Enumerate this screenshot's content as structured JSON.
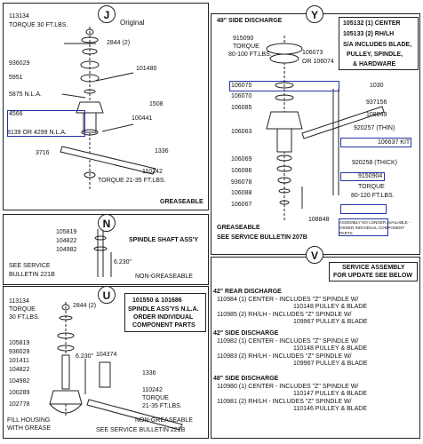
{
  "panels": {
    "j": {
      "badge": "J",
      "title": "Original",
      "labels": [
        "113134",
        "TORQUE 30 FT.LBS.",
        "2844 (2)",
        "936029",
        "101480",
        "5951",
        "5875 N.L.A.",
        "1508",
        "100441",
        "4566",
        "8139 OR 4299 N.L.A.",
        "1336",
        "3716",
        "110242",
        "TORQUE 21-35 FT.LBS."
      ],
      "note": "GREASEABLE"
    },
    "y": {
      "badge": "Y",
      "header": "48\" SIDE DISCHARGE",
      "info": [
        "105132 (1) CENTER",
        "105133 (2) RH/LH",
        "S/A INCLUDES BLADE,",
        "PULLEY, SPINDLE,",
        "& HARDWARE"
      ],
      "labels": [
        "915090",
        "TORQUE",
        "80-100 FT.LBS.",
        "106073",
        "OR 106074",
        "106075",
        "1030",
        "106070",
        "937156",
        "106085",
        "108849",
        "106063",
        "920257 (THIN)",
        "106637 KIT",
        "106069",
        "106086",
        "920258 (THICK)",
        "936078",
        "9150904",
        "106088",
        "TORQUE",
        "106067",
        "80-120 FT.LBS.",
        "108848"
      ],
      "avail_note": [
        "ASSEMBLY NO LONGER AVAILABLE -",
        "ORDER INDIVIDUAL COMPONENT",
        "PARTS"
      ],
      "footer": [
        "GREASEABLE",
        "SEE SERVICE BULLETIN 207B"
      ]
    },
    "n": {
      "badge": "N",
      "labels": [
        "105819",
        "104822",
        "104982"
      ],
      "title": "SPINDLE SHAFT ASS'Y",
      "dimension": "6.230\"",
      "bulletin": [
        "SEE SERVICE",
        "BULLETIN 221B"
      ],
      "note": "NON-GREASEABLE"
    },
    "v": {
      "badge": "V",
      "box": [
        "SERVICE ASSEMBLY",
        "FOR UPDATE SEE BELOW"
      ],
      "sections": [
        {
          "heading": "42\" REAR DISCHARGE",
          "lines": [
            "110984 (1) CENTER - INCLUDES \"Z\" SPINDLE W/",
            "110148 PULLEY & BLADE",
            "110985 (2) RH/LH - INCLUDES \"Z\" SPINDLE W/",
            "109967 PULLEY & BLADE"
          ]
        },
        {
          "heading": "42\" SIDE DISCHARGE",
          "lines": [
            "110982 (1) CENTER - INCLUDES \"Z\" SPINDLE W/",
            "110148 PULLEY & BLADE",
            "110983 (2) RH/LH - INCLUDES \"Z\" SPINDLE W/",
            "109967 PULLEY & BLADE"
          ]
        },
        {
          "heading": "48\" SIDE DISCHARGE",
          "lines": [
            "110980 (1) CENTER - INCLUDES \"Z\" SPINDLE W/",
            "110147 PULLEY & BLADE",
            "110981 (2) RH/LH - INCLUDES \"Z\" SPINDLE W/",
            "110146 PULLEY & BLADE"
          ]
        }
      ]
    },
    "u": {
      "badge": "U",
      "labels": [
        "113134",
        "TORQUE",
        "30 FT.LBS.",
        "2844 (2)",
        "105819",
        "936029",
        "101411",
        "104822",
        "104982",
        "100289",
        "102778",
        "6.230\"",
        "104374",
        "1336",
        "110242",
        "TORQUE",
        "21-35 FT.LBS."
      ],
      "box": [
        "101550 & 101686",
        "SPINDLE ASS'YS N.L.A.",
        "ORDER INDIVIDUAL",
        "COMPONENT PARTS"
      ],
      "housing": [
        "FILL HOUSING",
        "WITH GREASE"
      ],
      "footer": [
        "NON-GREASEABLE",
        "SEE SERVICE BULLETIN 221B"
      ]
    }
  }
}
